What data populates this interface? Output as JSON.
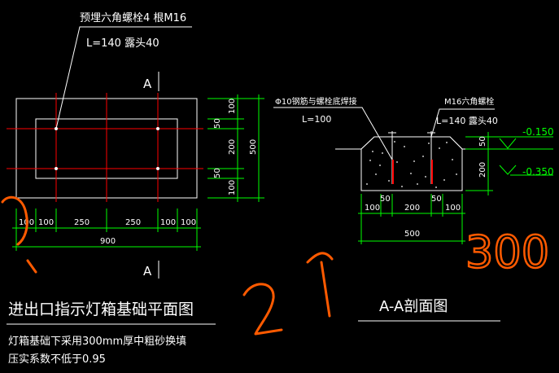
{
  "plan": {
    "anchor_label": "预埋六角螺栓4 根M16",
    "anchor_length": "L=140  露头40",
    "section_mark_top": "A",
    "section_mark_bottom": "A",
    "title": "进出口指示灯箱基础平面图",
    "vertical_dims": [
      "100",
      "50",
      "200",
      "50",
      "100"
    ],
    "vertical_total": "500",
    "horizontal_dims": [
      "100",
      "100",
      "250",
      "250",
      "100",
      "100"
    ],
    "horizontal_total": "900"
  },
  "section": {
    "rebar_label": "Φ10钢筋与螺栓底焊接",
    "rebar_length": "L=100",
    "bolt_label": "M16六角螺栓",
    "bolt_length": "L=140  露头40",
    "right_dims": [
      "50",
      "200"
    ],
    "elev_top": "-0.150",
    "elev_bottom": "-0.350",
    "bottom_small_dims": [
      "50",
      "50"
    ],
    "bottom_dims": [
      "100",
      "200",
      "100"
    ],
    "bottom_total": "500",
    "title": "A-A剖面图"
  },
  "notes": {
    "line1": "灯箱基础下采用300mm厚中粗砂换填",
    "line2": "压实系数不低于0.95"
  },
  "annotations": {
    "handwritten_number": "300"
  },
  "colors": {
    "background": "#000000",
    "line": "#ffffff",
    "dimension": "#00ff00",
    "axis": "#ff0000",
    "markup": "#ff5a00"
  }
}
